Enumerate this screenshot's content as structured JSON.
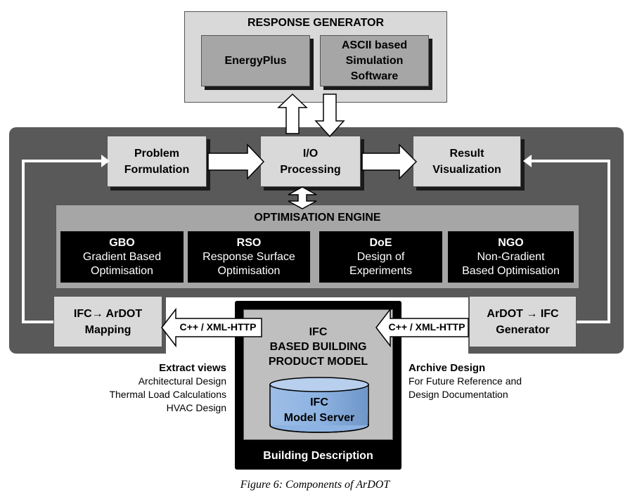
{
  "response_generator": {
    "title": "RESPONSE GENERATOR",
    "energyplus": "EnergyPlus",
    "ascii_line1": "ASCII based",
    "ascii_line2": "Simulation",
    "ascii_line3": "Software"
  },
  "problem_formulation": {
    "line1": "Problem",
    "line2": "Formulation"
  },
  "io_processing": {
    "line1": "I/O",
    "line2": "Processing"
  },
  "result_visualization": {
    "line1": "Result",
    "line2": "Visualization"
  },
  "optimisation_engine": {
    "title": "OPTIMISATION ENGINE",
    "methods": [
      {
        "abbr": "GBO",
        "line1": "Gradient Based",
        "line2": "Optimisation"
      },
      {
        "abbr": "RSO",
        "line1": "Response Surface",
        "line2": "Optimisation"
      },
      {
        "abbr": "DoE",
        "line1": "Design of",
        "line2": "Experiments"
      },
      {
        "abbr": "NGO",
        "line1": "Non-Gradient",
        "line2": "Based Optimisation"
      }
    ]
  },
  "ifc_mapping": {
    "line1": "IFC→ ArDOT",
    "line2": "Mapping"
  },
  "ifc_generator": {
    "line1": "ArDOT → IFC",
    "line2": "Generator"
  },
  "protocol_left": "C++ / XML-HTTP",
  "protocol_right": "C++ / XML-HTTP",
  "building_model": {
    "line1": "IFC",
    "line2": "BASED BUILDING",
    "line3": "PRODUCT MODEL",
    "server_line1": "IFC",
    "server_line2": "Model Server",
    "footer": "Building Description"
  },
  "extract_views": {
    "title": "Extract views",
    "items": [
      "Architectural Design",
      "Thermal Load Calculations",
      "HVAC Design"
    ]
  },
  "archive_design": {
    "title": "Archive Design",
    "lines": [
      "For Future Reference and",
      "Design Documentation"
    ]
  },
  "caption": "Figure 6: Components of ArDOT",
  "colors": {
    "dark_panel": "#595959",
    "light_box": "#d9d9d9",
    "mid_box": "#a6a6a6",
    "black_box": "#000000",
    "cylinder": "#8db3e2"
  }
}
